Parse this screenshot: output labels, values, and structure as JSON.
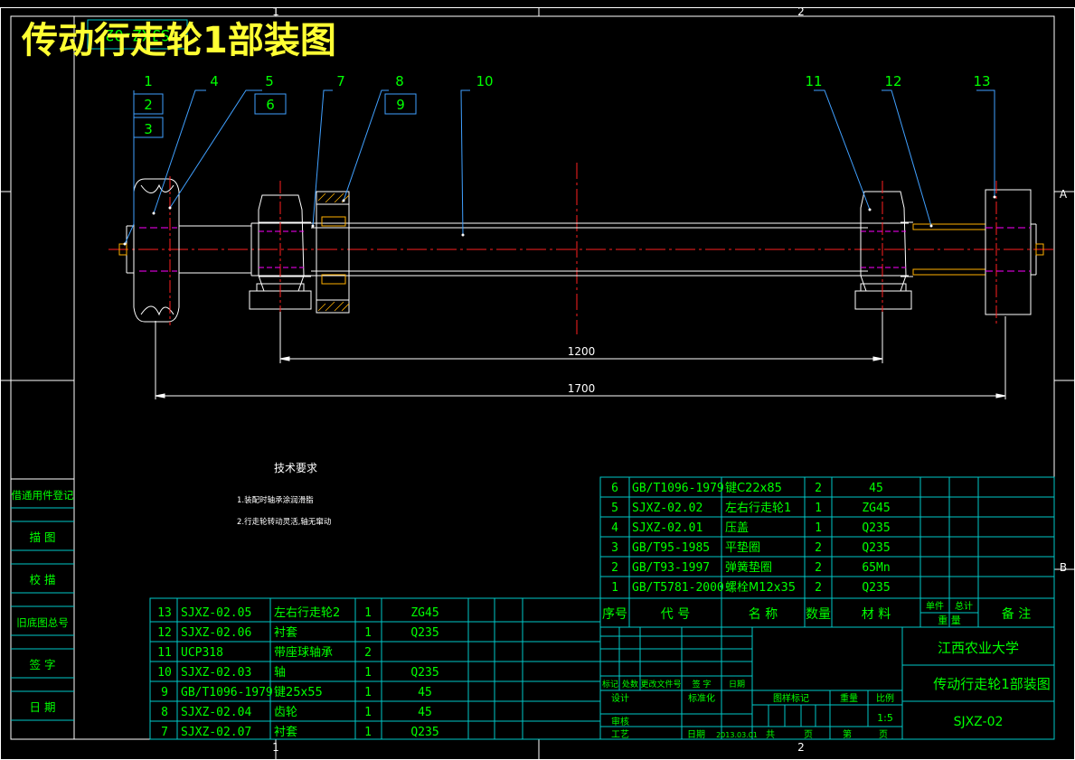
{
  "drawing": {
    "title": "传动行走轮1部装图",
    "rotated_stamp": "SJXZ-02",
    "zone_top": [
      "1",
      "2"
    ],
    "zone_bottom": [
      "1",
      "2"
    ],
    "zone_right": [
      "A",
      "B"
    ]
  },
  "balloons": [
    "1",
    "2",
    "3",
    "4",
    "5",
    "6",
    "7",
    "8",
    "9",
    "10",
    "11",
    "12",
    "13"
  ],
  "dimensions": {
    "bearing_span": "1200",
    "overall_length": "1700"
  },
  "tech_requirements": {
    "title": "技术要求",
    "items": [
      "1.装配时轴承涂润滑脂",
      "2.行走轮转动灵活,轴无窜动"
    ]
  },
  "left_panel": [
    "借通用件登记",
    "描  图",
    "校  描",
    "旧底图总号",
    "签  字",
    "日  期"
  ],
  "parts_left": [
    [
      "13",
      "SJXZ-02.05",
      "左右行走轮2",
      "1",
      "ZG45"
    ],
    [
      "12",
      "SJXZ-02.06",
      "衬套",
      "1",
      "Q235"
    ],
    [
      "11",
      "UCP318",
      "带座球轴承",
      "2",
      ""
    ],
    [
      "10",
      "SJXZ-02.03",
      "轴",
      "1",
      "Q235"
    ],
    [
      "9",
      "GB/T1096-1979",
      "键25x55",
      "1",
      "45"
    ],
    [
      "8",
      "SJXZ-02.04",
      "齿轮",
      "1",
      "45"
    ],
    [
      "7",
      "SJXZ-02.07",
      "衬套",
      "1",
      "Q235"
    ]
  ],
  "parts_right": [
    [
      "6",
      "GB/T1096-1979",
      "键C22x85",
      "2",
      "45"
    ],
    [
      "5",
      "SJXZ-02.02",
      "左右行走轮1",
      "1",
      "ZG45"
    ],
    [
      "4",
      "SJXZ-02.01",
      "压盖",
      "1",
      "Q235"
    ],
    [
      "3",
      "GB/T95-1985",
      "平垫圈",
      "2",
      "Q235"
    ],
    [
      "2",
      "GB/T93-1997",
      "弹簧垫圈",
      "2",
      "65Mn"
    ],
    [
      "1",
      "GB/T5781-2000",
      "螺栓M12x35",
      "2",
      "Q235"
    ]
  ],
  "parts_header": {
    "seq": "序号",
    "code": "代  号",
    "name": "名  称",
    "qty": "数量",
    "material": "材  料",
    "weight_single": "单件",
    "weight_total": "总计",
    "weight": "重  量",
    "remark": "备  注"
  },
  "title_block": {
    "school": "江西农业大学",
    "drawing_name": "传动行走轮1部装图",
    "drawing_no": "SJXZ-02",
    "rev_labels": [
      "标记",
      "处数",
      "更改文件号",
      "签  字",
      "日期"
    ],
    "design": "设计",
    "standardize": "标准化",
    "stage_mark": "图样标记",
    "weight": "重量",
    "scale": "比例",
    "scale_value": "1:5",
    "review": "审核",
    "process": "工艺",
    "date_label": "日期",
    "date_value": "2013.03.01",
    "total_label": "共",
    "sheets_label": "页",
    "sheet_no_label": "第",
    "page_label": "页"
  },
  "colors": {
    "background": "#000000",
    "frame": "#ffffff",
    "text": "#00ff00",
    "table_line": "#00c8c8",
    "centerline": "#ff2020",
    "hidden_line": "#ff00ff",
    "title": "#ffff33",
    "leader": "#40a0ff",
    "hatch": "#ffb000"
  }
}
